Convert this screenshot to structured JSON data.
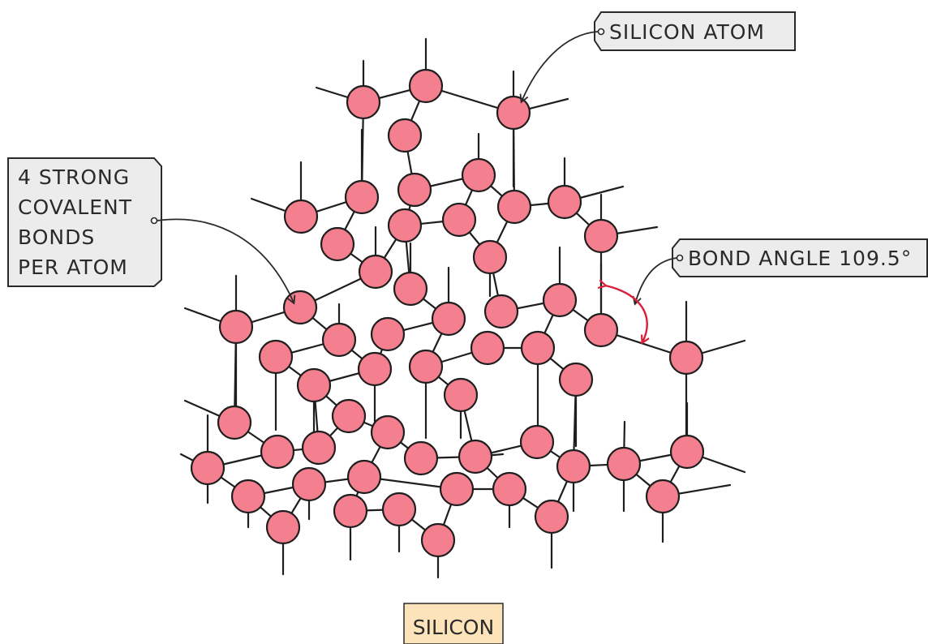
{
  "labels": {
    "silicon_atom": "SILICON ATOM",
    "covalent_bonds": [
      "4 STRONG",
      "COVALENT",
      "BONDS",
      "PER ATOM"
    ],
    "bond_angle": "BOND ANGLE 109.5°"
  },
  "caption": "SILICON",
  "colors": {
    "atom_fill": "#f4808f",
    "bond": "#1e1e1e",
    "label_box": "#ececec",
    "caption_box": "#fde3b9",
    "angle_arrow": "#d81f3c"
  }
}
